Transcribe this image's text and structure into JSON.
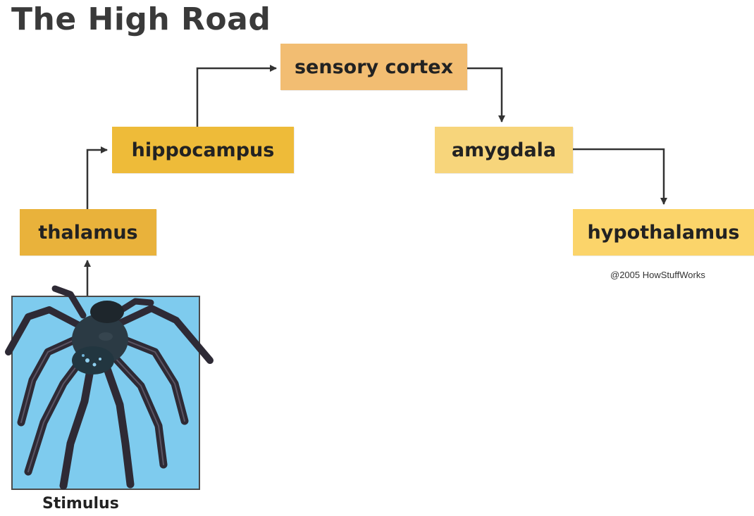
{
  "diagram": {
    "title": "The High Road",
    "nodes": {
      "sensory_cortex": {
        "label": "sensory cortex",
        "color": "#f2bd72"
      },
      "hippocampus": {
        "label": "hippocampus",
        "color": "#eebb39"
      },
      "amygdala": {
        "label": "amygdala",
        "color": "#f7d57b"
      },
      "thalamus": {
        "label": "thalamus",
        "color": "#e9b23b"
      },
      "hypothalamus": {
        "label": "hypothalamus",
        "color": "#fbd46a"
      }
    },
    "edges": [
      {
        "from": "stimulus",
        "to": "thalamus"
      },
      {
        "from": "thalamus",
        "to": "hippocampus"
      },
      {
        "from": "hippocampus",
        "to": "sensory_cortex"
      },
      {
        "from": "sensory_cortex",
        "to": "amygdala"
      },
      {
        "from": "amygdala",
        "to": "hypothalamus"
      }
    ],
    "stimulus": {
      "label": "Stimulus",
      "image": "spider",
      "background_color": "#7ecbee"
    },
    "copyright": "@2005 HowStuffWorks",
    "arrow_color": "#333333"
  }
}
